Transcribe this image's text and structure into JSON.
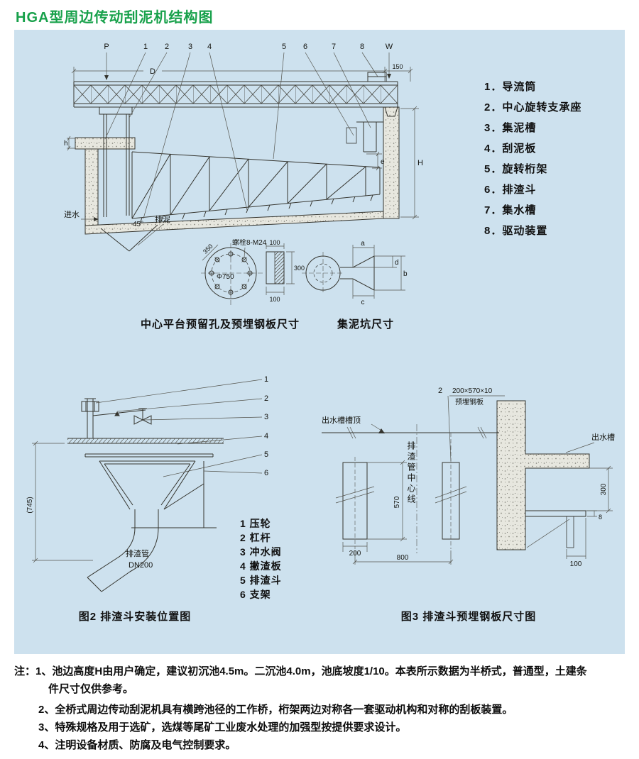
{
  "title": "HGA型周边传动刮泥机结构图",
  "colors": {
    "title_green": "#18a14b",
    "panel_blue": "#cde1ee"
  },
  "main": {
    "callouts": [
      "1",
      "2",
      "3",
      "4",
      "5",
      "6",
      "7",
      "8"
    ],
    "p": "P",
    "w": "W",
    "d": "D",
    "dim150": "150",
    "h": "h",
    "H": "H",
    "e": "e",
    "angle": "45°",
    "inlet": "进水",
    "mud": "排泥",
    "legend": [
      "1．导流筒",
      "2．中心旋转支承座",
      "3．集泥槽",
      "4．刮泥板",
      "5．旋转桁架",
      "6．排渣斗",
      "7．集水槽",
      "8．驱动装置"
    ]
  },
  "platform": {
    "bolt": "螺栓8-M24",
    "dia": "Φ750",
    "d350": "350",
    "t100": "100",
    "r300": "300",
    "b100": "100",
    "caption": "中心平台预留孔及预埋钢板尺寸"
  },
  "pit": {
    "a": "a",
    "b": "b",
    "c": "c",
    "d": "d",
    "caption": "集泥坑尺寸"
  },
  "fig2": {
    "callouts": [
      "1",
      "2",
      "3",
      "4",
      "5",
      "6"
    ],
    "dim745": "(745)",
    "pipe": "排渣管",
    "dn": "DN200",
    "legend": [
      "1 压轮",
      "2 杠杆",
      "3 冲水阀",
      "4 撇渣板",
      "5 排渣斗",
      "6 支架"
    ],
    "caption": "图2 排渣斗安装位置图"
  },
  "fig3": {
    "num2": "2",
    "spec": "200×570×10",
    "plate": "预埋钢板",
    "trough_top": "出水槽槽顶",
    "centerline": "排渣管中心线",
    "d570": "570",
    "d200": "200",
    "d800": "800",
    "trough": "出水槽",
    "d300": "300",
    "d8": "8",
    "d100": "100",
    "caption": "图3 排渣斗预埋钢板尺寸图"
  },
  "notes": {
    "prefix": "注：",
    "line1a": "1、池边高度H由用户确定，建议初沉池4.5m。二沉池4.0m，池底坡度1/10。本表所示数据为半桥式，普通型，土建条",
    "line1b": "件尺寸仅供参考。",
    "line2": "2、全桥式周边传动刮泥机具有横跨池径的工作桥，桁架两边对称各一套驱动机构和对称的刮板装置。",
    "line3": "3、特殊规格及用于选矿，选煤等尾矿工业废水处理的加强型按提供要求设计。",
    "line4": "4、注明设备材质、防腐及电气控制要求。"
  }
}
